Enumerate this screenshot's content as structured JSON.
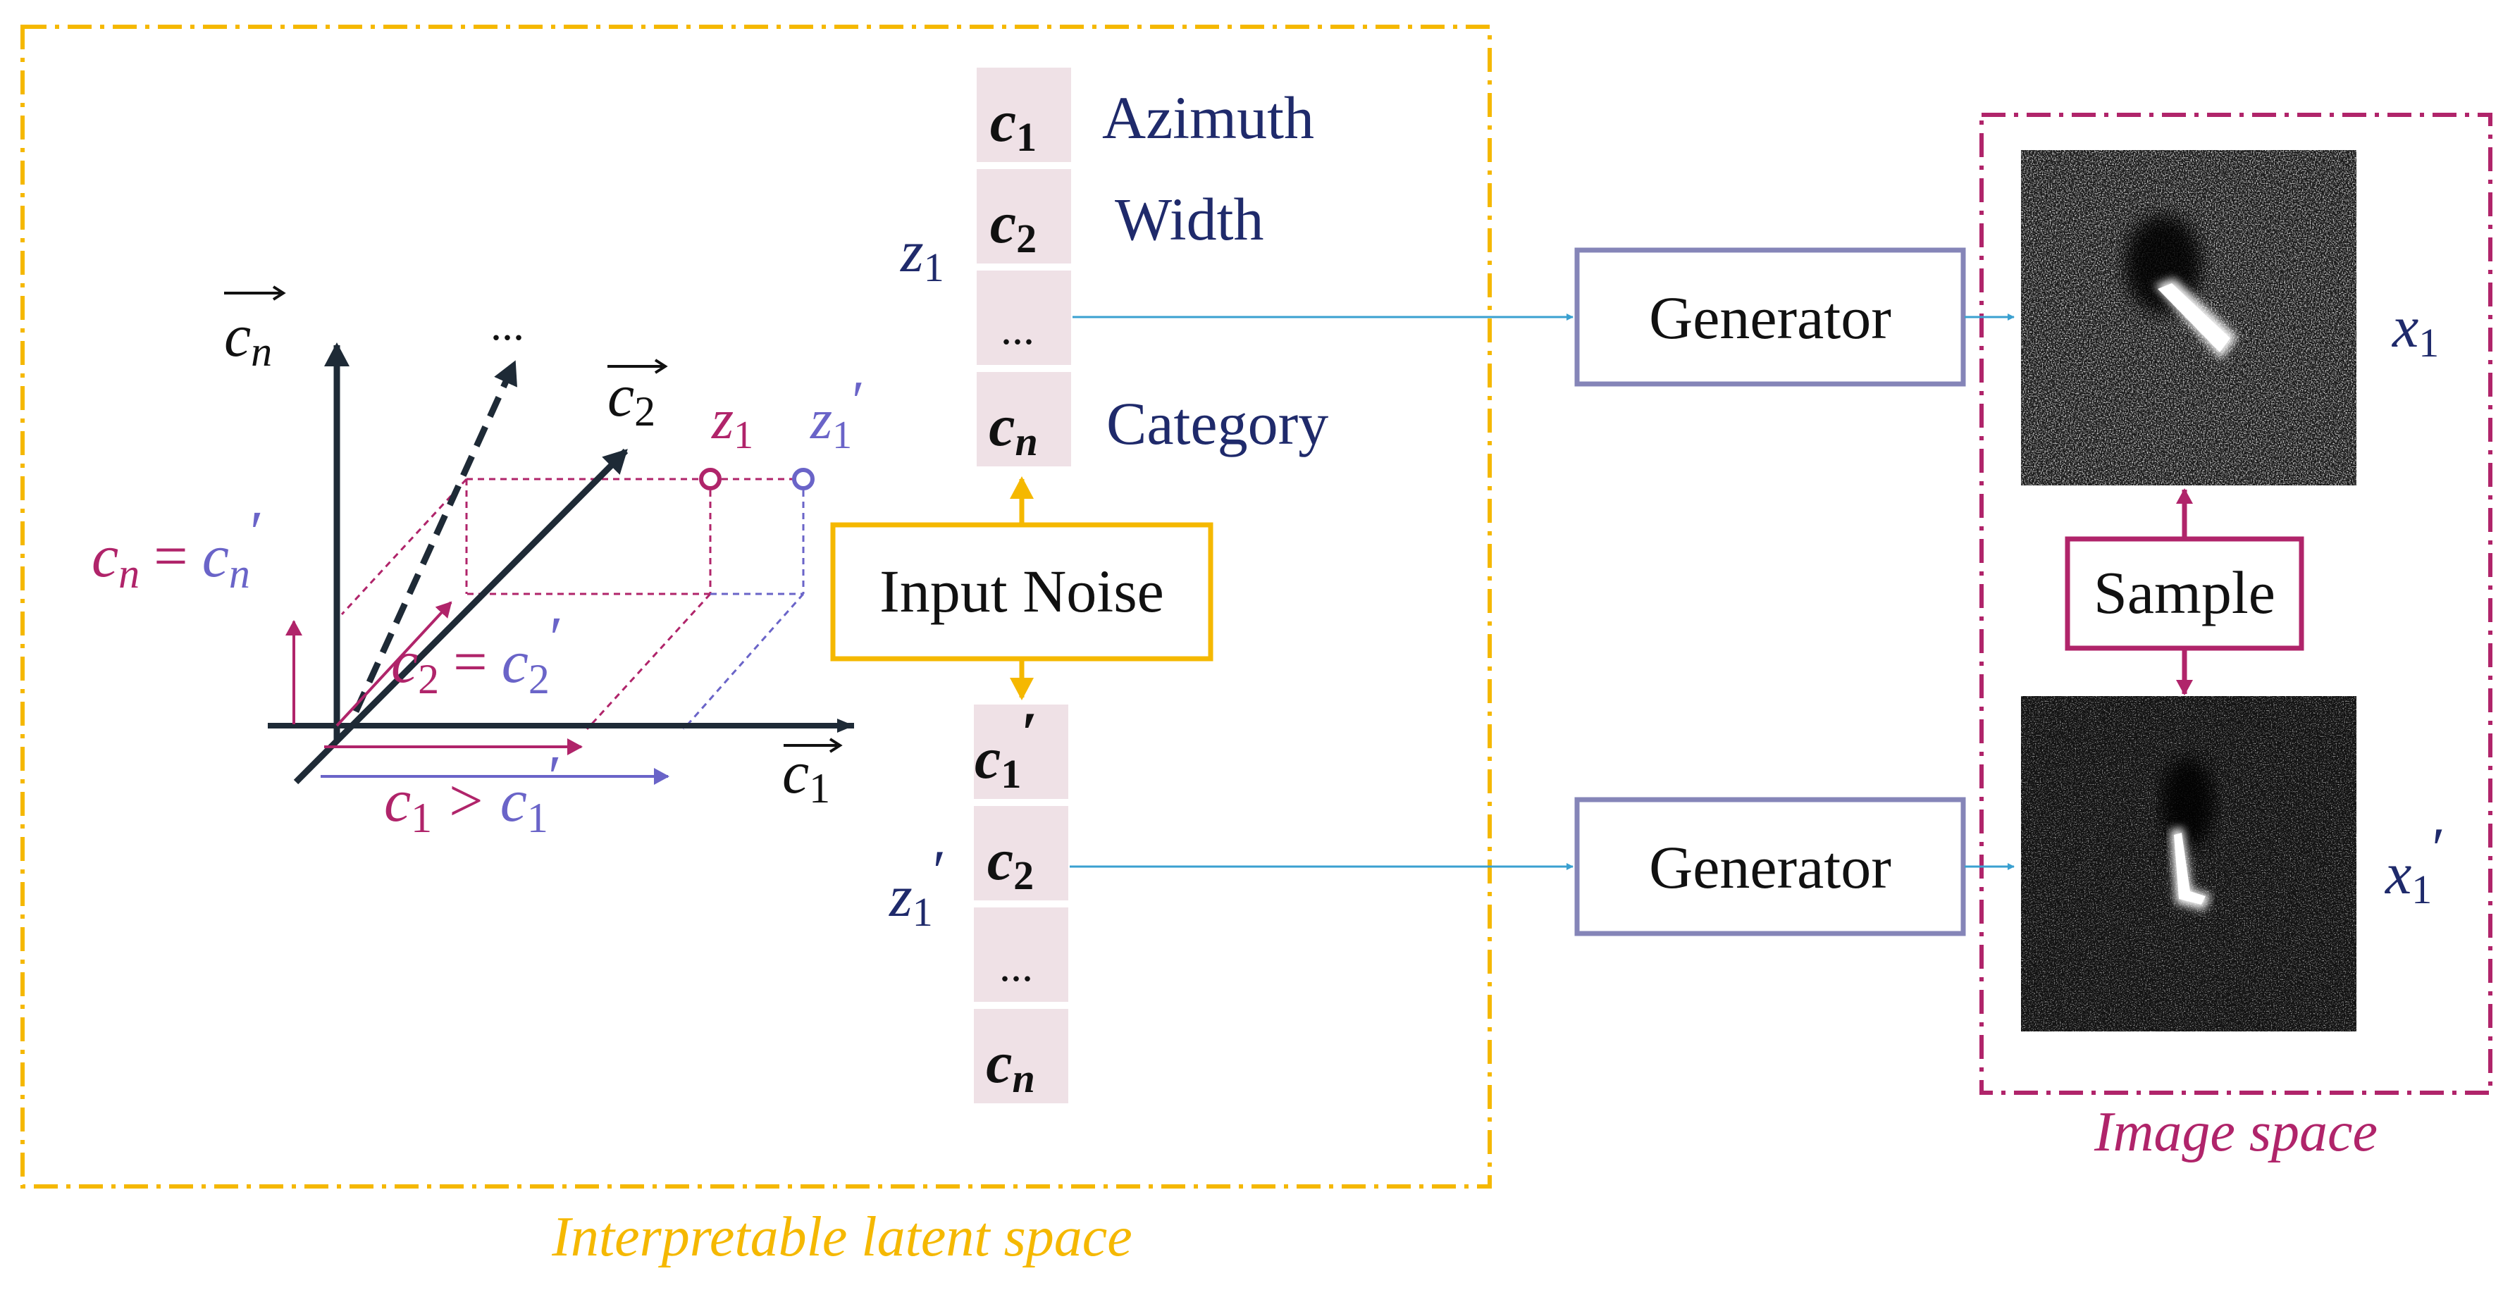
{
  "colors": {
    "yellow": "#f5b800",
    "magenta": "#b0246a",
    "navy": "#1f2a6b",
    "violet": "#6a64c8",
    "dark": "#1e2a36",
    "cyan": "#3aa0d0",
    "cell": "#efe1e6",
    "generator_border": "#8585b8"
  },
  "captions": {
    "latent_space": "Interpretable latent space",
    "image_space": "Image space"
  },
  "axes": {
    "cn": "c",
    "cn_sub": "n",
    "c1": "c",
    "c1_sub": "1",
    "c2": "c",
    "c2_sub": "2",
    "ellipsis": "..."
  },
  "plot_labels": {
    "z1": "z",
    "z1_sub": "1",
    "z1p": "z",
    "z1p_sub": "1",
    "prime": "′",
    "eq_cn_left": "c",
    "eq_cn_left_sub": "n",
    "eq_cn_eq": "=",
    "eq_cn_right": "c",
    "eq_cn_right_sub": "n",
    "eq_c2_left": "c",
    "eq_c2_left_sub": "2",
    "eq_c2_eq": "=",
    "eq_c2_right": "c",
    "eq_c2_right_sub": "2",
    "ineq_left": "c",
    "ineq_left_sub": "1",
    "ineq_op": ">",
    "ineq_right": "c",
    "ineq_right_sub": "1"
  },
  "vector_top": {
    "label": "z",
    "label_sub": "1",
    "cells": [
      {
        "symbol": "c",
        "sub": "1",
        "name": "Azimuth"
      },
      {
        "symbol": "c",
        "sub": "2",
        "name": "Width"
      },
      {
        "symbol": "...",
        "sub": "",
        "name": ""
      },
      {
        "symbol": "c",
        "sub": "n",
        "name": "Category"
      }
    ]
  },
  "vector_bottom": {
    "label": "z",
    "label_sub": "1",
    "prime": "′",
    "cells": [
      {
        "symbol": "c",
        "sub": "1",
        "prime": "′"
      },
      {
        "symbol": "c",
        "sub": "2",
        "prime": ""
      },
      {
        "symbol": "...",
        "sub": "",
        "prime": ""
      },
      {
        "symbol": "c",
        "sub": "n",
        "prime": ""
      }
    ]
  },
  "input_noise": "Input Noise",
  "generators": [
    "Generator",
    "Generator"
  ],
  "sample": "Sample",
  "outputs": {
    "x1": "x",
    "x1_sub": "1",
    "x1p": "x",
    "x1p_sub": "1",
    "prime": "′"
  }
}
